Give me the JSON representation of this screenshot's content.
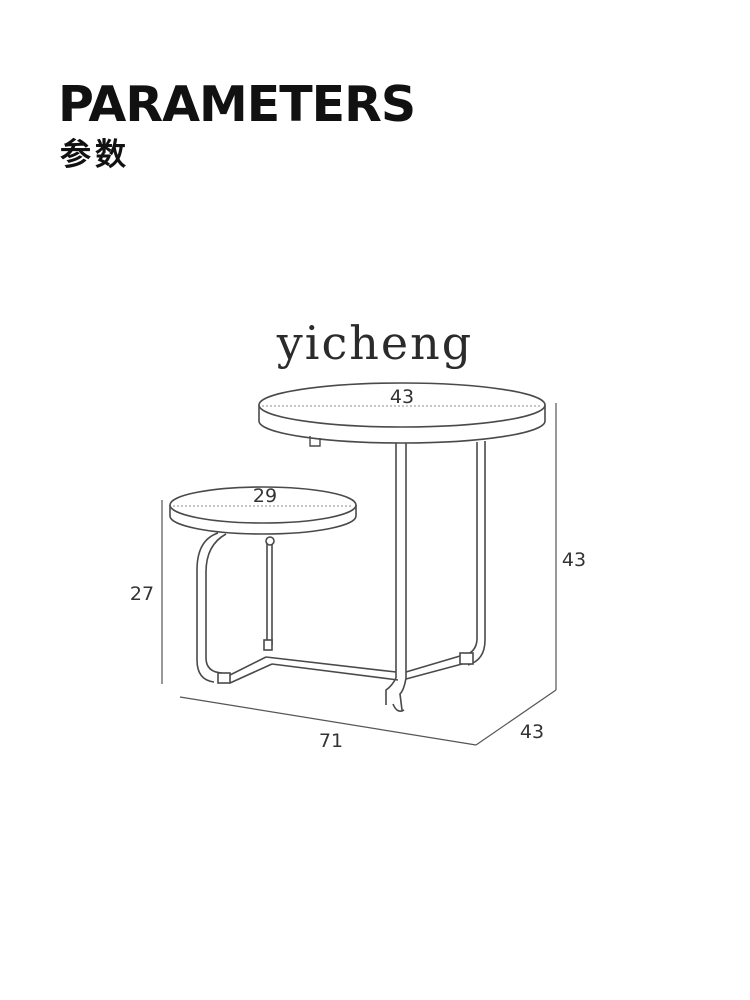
{
  "header": {
    "title_en": "PARAMETERS",
    "title_cn": "参数"
  },
  "watermark": {
    "text": "yicheng"
  },
  "dimensions": {
    "large_top_diameter": "43",
    "small_top_diameter": "29",
    "total_height": "43",
    "small_table_height": "27",
    "total_width": "71",
    "depth": "43"
  },
  "colors": {
    "line": "#4a4a4a",
    "dim_line": "#555555",
    "text": "#111111"
  }
}
